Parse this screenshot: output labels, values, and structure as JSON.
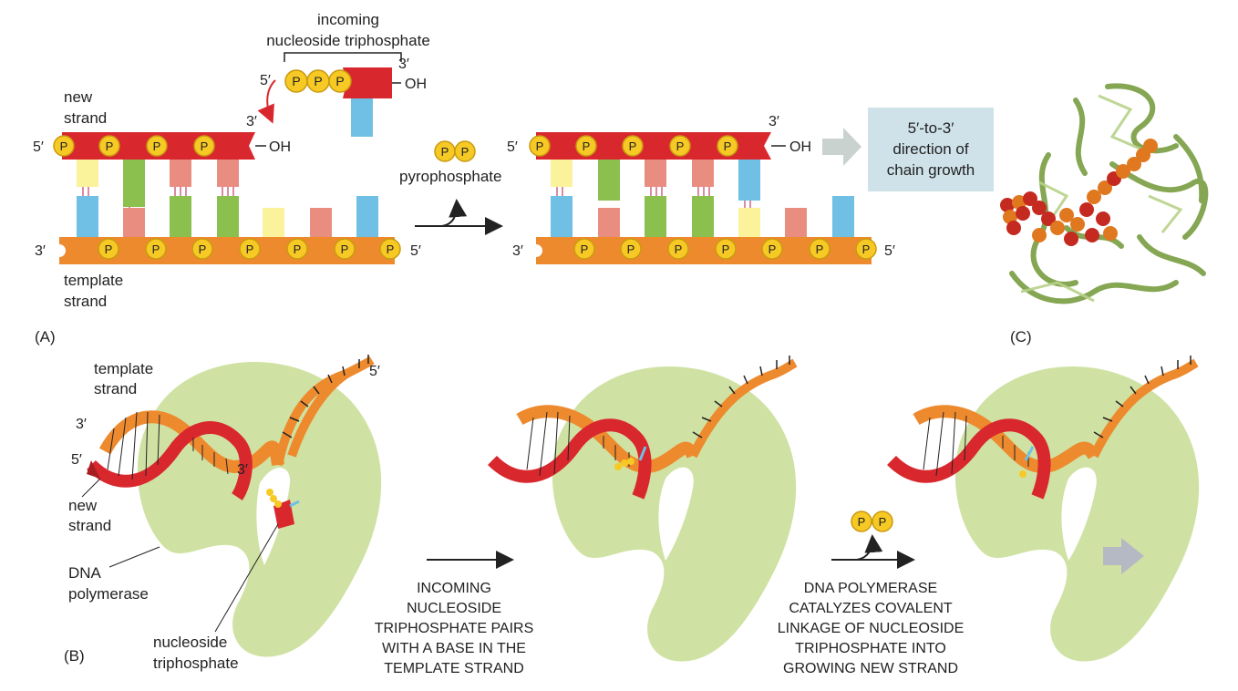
{
  "panel_a": {
    "panel_label": "(A)",
    "incoming_label": [
      "incoming",
      "nucleoside triphosphate"
    ],
    "new_strand_label": [
      "new",
      "strand"
    ],
    "template_strand_label": [
      "template",
      "strand"
    ],
    "five_prime": "5′",
    "three_prime": "3′",
    "oh": "OH",
    "phosphate": "P",
    "pyrophosphate_label": "pyrophosphate",
    "direction_box": [
      "5′-to-3′",
      "direction of",
      "chain growth"
    ]
  },
  "panel_b": {
    "panel_label": "(B)",
    "template_strand_label": [
      "template",
      "strand"
    ],
    "new_strand_label": [
      "new",
      "strand"
    ],
    "dna_polymerase_label": [
      "DNA",
      "polymerase"
    ],
    "nucleoside_triphosphate_label": [
      "nucleoside",
      "triphosphate"
    ],
    "five_prime": "5′",
    "three_prime": "3′",
    "phosphate": "P",
    "step1_caption": [
      "INCOMING",
      "NUCLEOSIDE",
      "TRIPHOSPHATE PAIRS",
      "WITH A BASE IN THE",
      "TEMPLATE STRAND"
    ],
    "step2_caption": [
      "DNA POLYMERASE",
      "CATALYZES COVALENT",
      "LINKAGE OF NUCLEOSIDE",
      "TRIPHOSPHATE INTO",
      "GROWING NEW STRAND"
    ]
  },
  "panel_c": {
    "panel_label": "(C)"
  },
  "colors": {
    "new_strand": "#d9272e",
    "template_strand": "#ee8a2e",
    "phosphate": "#f6c924",
    "base_yellow": "#fbf29c",
    "base_green": "#8bbf4e",
    "base_pink": "#e98d80",
    "base_blue": "#6fc0e4",
    "polymerase": "#cfe2a3",
    "direction_box": "#cfe2ea"
  }
}
